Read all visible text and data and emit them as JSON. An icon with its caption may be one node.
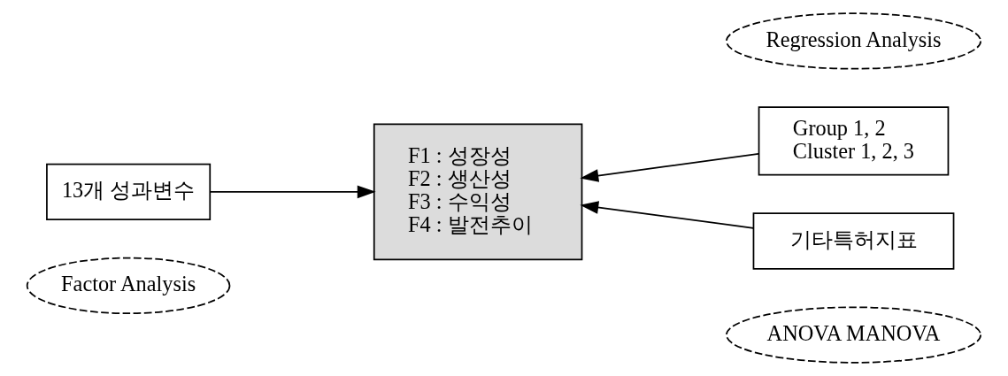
{
  "diagram": {
    "nodes": [
      {
        "text": [
          "ANOVA MANOVA"
        ]
      },
      {
        "text": [
          "Factor Analysis"
        ]
      },
      {
        "text": [
          "13개 성과변수"
        ]
      },
      {
        "text": [
          "F1 : 성장성",
          "F2 : 생산성",
          "F3 : 수익성",
          "F4 : 발전추이"
        ]
      },
      {
        "text": [
          "Group 1, 2",
          "Cluster 1, 2, 3"
        ]
      },
      {
        "text": [
          "기타특허지표"
        ]
      },
      {
        "text": [
          "Regression Analysis"
        ]
      }
    ],
    "edges": [
      {
        "from": 2,
        "to": 3,
        "arrow": "to"
      },
      {
        "from": 4,
        "to": 3,
        "arrow": "to"
      },
      {
        "from": 5,
        "to": 3,
        "arrow": "to"
      }
    ]
  }
}
